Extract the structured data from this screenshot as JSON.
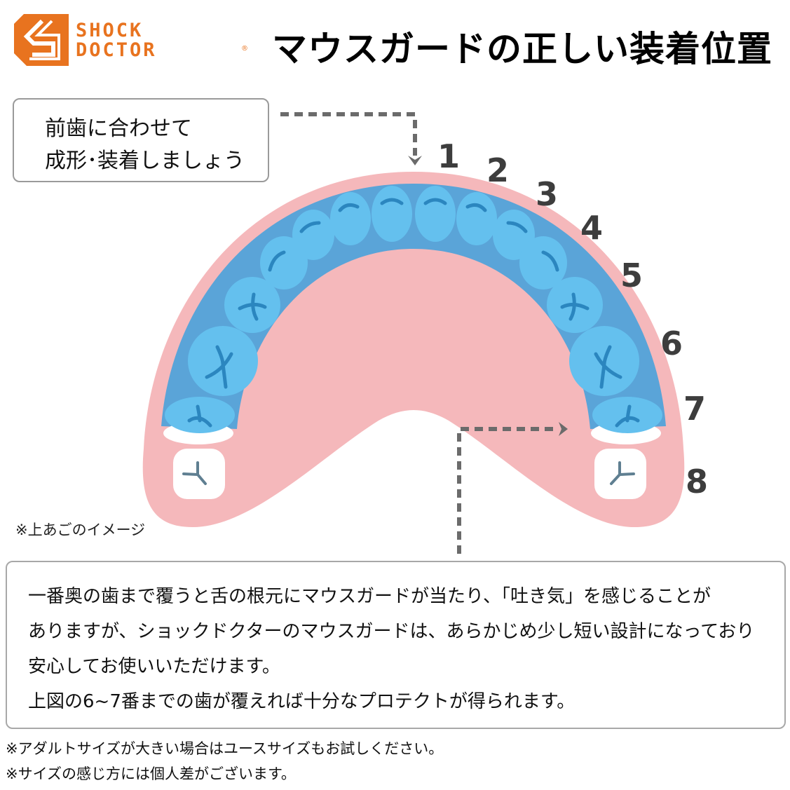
{
  "brand": {
    "line1": "SHOCK",
    "line2": "DOCTOR",
    "registered": "®",
    "color": "#e8731f"
  },
  "title": "マウスガードの正しい装着位置",
  "callout": {
    "line1": "前歯に合わせて",
    "line2": "成形･装着しましょう"
  },
  "diagram": {
    "tooth_numbers": [
      "1",
      "2",
      "3",
      "4",
      "5",
      "6",
      "7",
      "8"
    ],
    "caption": "※上あごのイメージ",
    "colors": {
      "gum": "#f5b8bb",
      "guard": "#5aa4d8",
      "tooth_covered": "#64c0ee",
      "tooth_groove": "#2b86bf",
      "tooth_uncovered": "#ffffff",
      "arrow": "#6b6b6b"
    }
  },
  "info": {
    "line1": "一番奥の歯まで覆うと舌の根元にマウスガードが当たり、「吐き気」を感じることが",
    "line2": "ありますが、ショックドクターのマウスガードは、あらかじめ少し短い設計になっており",
    "line3": "安心してお使いいただけます。",
    "line4": "上図の6~7番までの歯が覆えれば十分なプロテクトが得られます。"
  },
  "notes": [
    "※アダルトサイズが大きい場合はユースサイズもお試しください。",
    "※サイズの感じ方には個人差がございます。"
  ]
}
